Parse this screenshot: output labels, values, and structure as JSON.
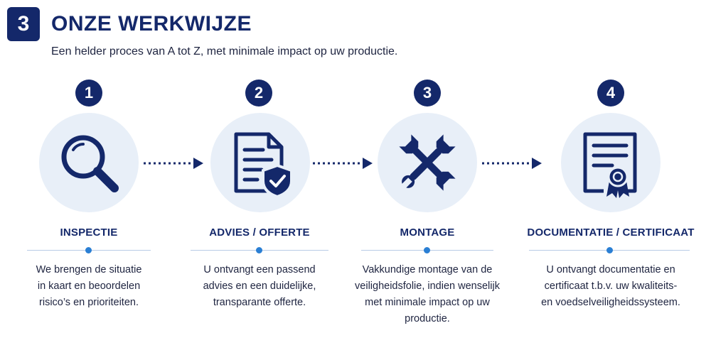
{
  "header": {
    "section_number": "3",
    "title": "ONZE WERKWIJZE",
    "subtitle": "Een helder proces van A tot Z, met minimale impact op uw productie."
  },
  "steps": [
    {
      "number": "1",
      "icon": "magnifier-icon",
      "title": "INSPECTIE",
      "description": [
        "We brengen de situatie",
        "in kaart en beoordelen",
        "risico’s en prioriteiten."
      ]
    },
    {
      "number": "2",
      "icon": "document-shield-icon",
      "title": "ADVIES / OFFERTE",
      "description": [
        "U ontvangt een passend",
        "advies en een duidelijke,",
        "transparante offerte."
      ]
    },
    {
      "number": "3",
      "icon": "crossed-wrenches-icon",
      "title": "MONTAGE",
      "description": [
        "Vakkundige montage van de",
        "veiligheidsfolie, indien wenselijk",
        "met minimale impact op uw",
        "productie."
      ]
    },
    {
      "number": "4",
      "icon": "certificate-icon",
      "title": "DOCUMENTATIE / CERTIFICAAT",
      "description": [
        "U ontvangt documentatie en",
        "certificaat t.b.v. uw kwaliteits-",
        "en voedselveiligheidssysteem."
      ]
    }
  ],
  "colors": {
    "navy": "#14286a",
    "circle_bg": "#e8eff8",
    "accent_blue": "#2a7fd4",
    "divider": "#b8cbe6"
  }
}
